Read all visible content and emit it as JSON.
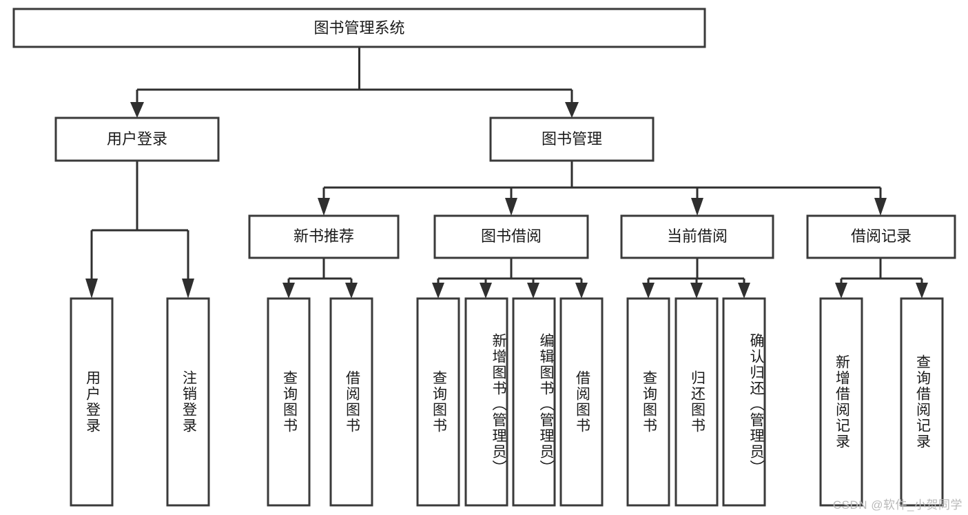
{
  "diagram": {
    "title": "图书管理系统",
    "type": "tree-hierarchy-diagram",
    "colors": {
      "box_stroke": "#3a3a3a",
      "box_fill": "#ffffff",
      "connector": "#2f2f2f",
      "text": "#1a1a1a",
      "watermark": "#b9b9b9",
      "background": "#ffffff"
    },
    "root": {
      "label": "图书管理系统"
    },
    "level2": [
      {
        "label": "用户登录"
      },
      {
        "label": "图书管理"
      }
    ],
    "level3": [
      {
        "label": "新书推荐"
      },
      {
        "label": "图书借阅"
      },
      {
        "label": "当前借阅"
      },
      {
        "label": "借阅记录"
      }
    ],
    "leaves": {
      "user_login": [
        {
          "label": "用户登录"
        },
        {
          "label": "注销登录"
        }
      ],
      "new_book_recommend": [
        {
          "label": "查询图书"
        },
        {
          "label": "借阅图书"
        }
      ],
      "book_borrow": [
        {
          "label": "查询图书"
        },
        {
          "label": "新增图书（管理员）"
        },
        {
          "label": "编辑图书（管理员）"
        },
        {
          "label": "借阅图书"
        }
      ],
      "current_borrow": [
        {
          "label": "查询图书"
        },
        {
          "label": "归还图书"
        },
        {
          "label": "确认归还（管理员）"
        }
      ],
      "borrow_record": [
        {
          "label": "新增借阅记录"
        },
        {
          "label": "查询借阅记录"
        }
      ]
    }
  },
  "watermark": {
    "text": "CSDN @软件_小贺同学"
  }
}
